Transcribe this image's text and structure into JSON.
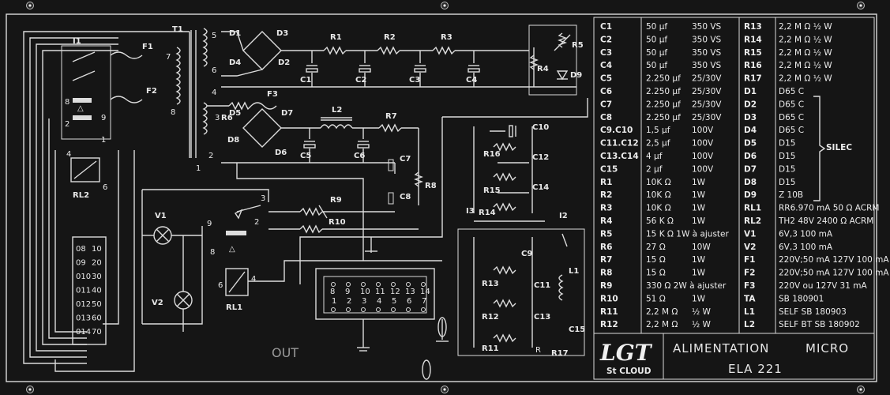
{
  "colors": {
    "plate": "#151515",
    "ink": "#dcdcdc"
  },
  "header": {
    "logo": "LGT",
    "logo_sub": "St CLOUD",
    "title": "ALIMENTATION",
    "title_right": "MICRO",
    "model": "ELA 221"
  },
  "handwritten_note": "OUT",
  "components": {
    "transformer": "T1",
    "switch": "I1",
    "fuses": [
      "F1",
      "F2",
      "F3"
    ],
    "diodes": [
      "D1",
      "D2",
      "D3",
      "D4",
      "D5",
      "D6",
      "D7",
      "D8",
      "D9"
    ],
    "resistors": [
      "R1",
      "R2",
      "R3",
      "R4",
      "R5",
      "R6",
      "R7",
      "R8",
      "R9",
      "R10",
      "R11",
      "R12",
      "R13",
      "R14",
      "R15",
      "R16",
      "R17"
    ],
    "caps": [
      "C1",
      "C2",
      "C3",
      "C4",
      "C5",
      "C6",
      "C7",
      "C8",
      "C9",
      "C10",
      "C11",
      "C12",
      "C13",
      "C14",
      "C15"
    ],
    "relays": [
      "RL1",
      "RL2"
    ],
    "lamps": [
      "V1",
      "V2"
    ],
    "inductors": [
      "L1",
      "L2"
    ],
    "switches2": [
      "I2",
      "I3"
    ],
    "extra_letter": "R",
    "plug_left": [
      [
        "08",
        "10"
      ],
      [
        "09",
        "20"
      ],
      [
        "010",
        "30"
      ],
      [
        "011",
        "40"
      ],
      [
        "012",
        "50"
      ],
      [
        "013",
        "60"
      ],
      [
        "014",
        "70"
      ]
    ],
    "plug_center_top": [
      "8",
      "9",
      "10",
      "11",
      "12",
      "13",
      "14"
    ],
    "plug_center_bottom": [
      "1",
      "2",
      "3",
      "4",
      "5",
      "6",
      "7"
    ],
    "transformer_pins": [
      "1",
      "2",
      "3",
      "4",
      "5",
      "6",
      "7",
      "8",
      "9"
    ],
    "relay_pins": [
      "2",
      "3",
      "4",
      "6",
      "7",
      "8",
      "9"
    ]
  },
  "bom_left": [
    [
      "C1",
      "50 µf",
      "350 VS"
    ],
    [
      "C2",
      "50 µf",
      "350 VS"
    ],
    [
      "C3",
      "50 µf",
      "350 VS"
    ],
    [
      "C4",
      "50 µf",
      "350 VS"
    ],
    [
      "C5",
      "2.250 µf",
      "25/30V"
    ],
    [
      "C6",
      "2.250 µf",
      "25/30V"
    ],
    [
      "C7",
      "2.250 µf",
      "25/30V"
    ],
    [
      "C8",
      "2.250 µf",
      "25/30V"
    ],
    [
      "C9.C10",
      "1,5 µf",
      "100V"
    ],
    [
      "C11.C12",
      "2,5 µf",
      "100V"
    ],
    [
      "C13.C14",
      "4 µf",
      "100V"
    ],
    [
      "C15",
      "2 µf",
      "100V"
    ],
    [
      "R1",
      "10K Ω",
      "1W"
    ],
    [
      "R2",
      "10K Ω",
      "1W"
    ],
    [
      "R3",
      "10K Ω",
      "1W"
    ],
    [
      "R4",
      "56 K Ω",
      "1W"
    ],
    [
      "R5",
      "15 K Ω 1W à ajuster",
      ""
    ],
    [
      "R6",
      "27 Ω",
      "10W"
    ],
    [
      "R7",
      "15 Ω",
      "1W"
    ],
    [
      "R8",
      "15 Ω",
      "1W"
    ],
    [
      "R9",
      "330 Ω 2W à ajuster",
      ""
    ],
    [
      "R10",
      "51 Ω",
      "1W"
    ],
    [
      "R11",
      "2,2 M Ω",
      "½ W"
    ],
    [
      "R12",
      "2,2 M Ω",
      "½ W"
    ]
  ],
  "bom_right": [
    [
      "R13",
      "2,2 M Ω  ½ W"
    ],
    [
      "R14",
      "2,2 M Ω  ½ W"
    ],
    [
      "R15",
      "2,2 M Ω  ½ W"
    ],
    [
      "R16",
      "2,2 M Ω  ½ W"
    ],
    [
      "R17",
      "2,2 M Ω  ½ W"
    ],
    [
      "D1",
      "D65 C"
    ],
    [
      "D2",
      "D65 C"
    ],
    [
      "D3",
      "D65 C"
    ],
    [
      "D4",
      "D65 C"
    ],
    [
      "D5",
      "D15"
    ],
    [
      "D6",
      "D15"
    ],
    [
      "D7",
      "D15"
    ],
    [
      "D8",
      "D15"
    ],
    [
      "D9",
      "Z 10B"
    ],
    [
      "RL1",
      "RR6.970 mA 50 Ω ACRM"
    ],
    [
      "RL2",
      "TH2 48V 2400 Ω ACRM"
    ],
    [
      "V1",
      "6V,3    100 mA"
    ],
    [
      "V2",
      "6V,3    100 mA"
    ],
    [
      "F1",
      "220V;50 mA 127V 100 mA"
    ],
    [
      "F2",
      "220V;50 mA 127V 100 mA"
    ],
    [
      "F3",
      "220V ou 127V 31 mA"
    ],
    [
      "TA",
      "SB 180901"
    ],
    [
      "L1",
      "SELF    SB 180903"
    ],
    [
      "L2",
      "SELF BT  SB 180902"
    ]
  ],
  "brace_label": "SILEC"
}
